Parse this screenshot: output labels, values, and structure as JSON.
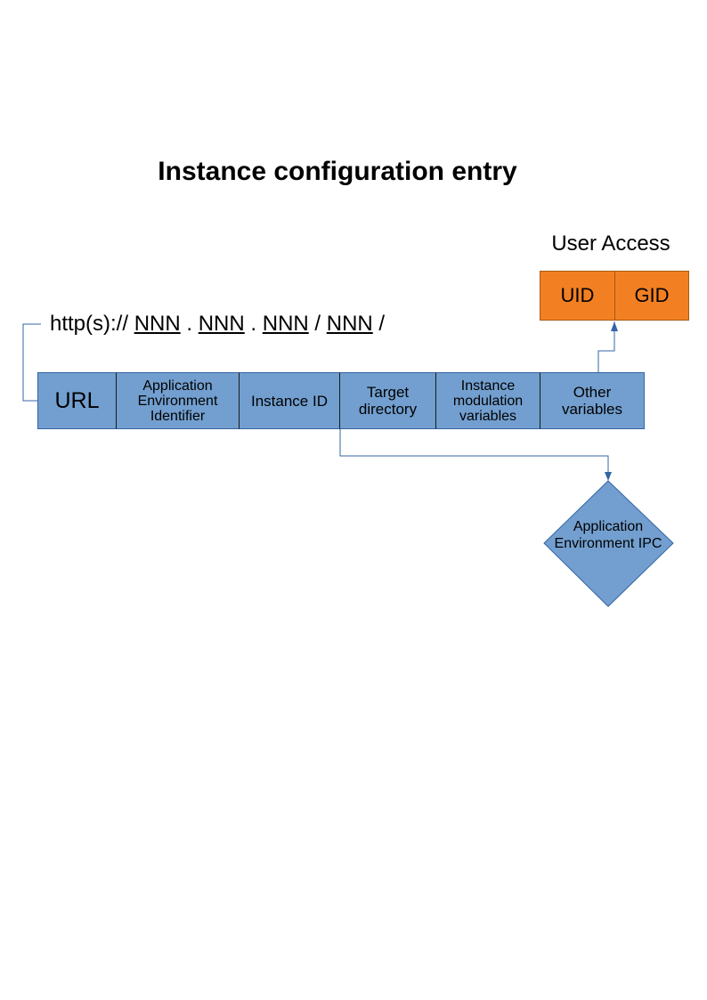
{
  "title": "Instance configuration entry",
  "user_access": {
    "label": "User Access",
    "uid": "UID",
    "gid": "GID"
  },
  "url_pattern": {
    "prefix": "http(s)://",
    "seg1": "NNN",
    "dot1": ".",
    "seg2": "NNN",
    "dot2": ".",
    "seg3": "NNN",
    "slash1": "/",
    "seg4": "NNN",
    "slash2": "/"
  },
  "fields": [
    "URL",
    "Application Environment Identifier",
    "Instance ID",
    "Target directory",
    "Instance modulation variables",
    "Other variables"
  ],
  "ipc": "Application Environment IPC",
  "colors": {
    "field_fill": "#729fcf",
    "field_border": "#3465a4",
    "user_access_fill": "#f28023"
  }
}
